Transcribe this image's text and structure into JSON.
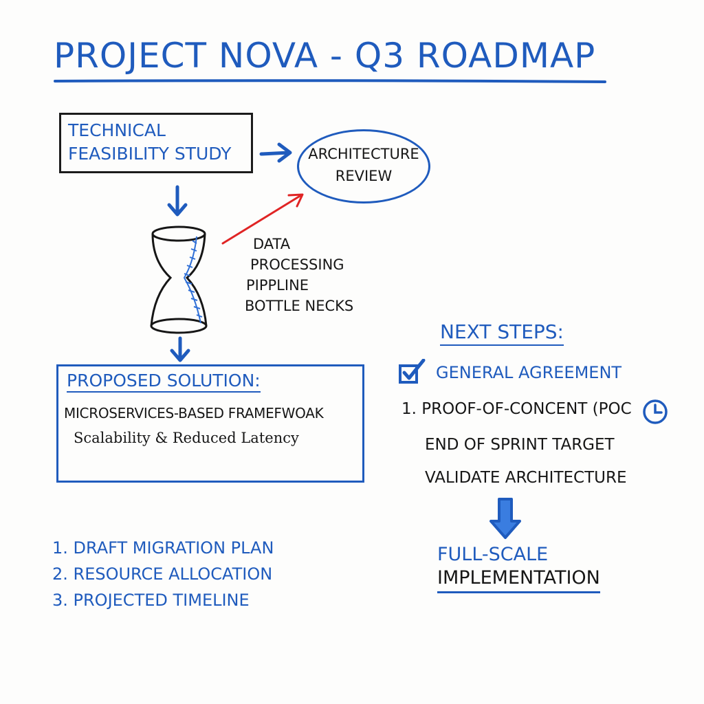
{
  "title": "PROJECT NOVA - Q3 ROADMAP",
  "colors": {
    "accent": "#1f5bbd",
    "ink": "#161616",
    "highlight_arrow": "#e02424",
    "background": "#fdfdfc"
  },
  "feasibility_box": {
    "line1": "TECHNICAL",
    "line2": "FEASIBILITY STUDY"
  },
  "architecture_review": {
    "line1": "ARCHITECTURE",
    "line2": "REVIEW"
  },
  "bottleneck_icon": "hourglass-icon",
  "bottleneck_note": {
    "line1": "DATA",
    "line2": "PROCESSING",
    "line3": "PIPPLINE",
    "line4": "BOTTLE NECKS"
  },
  "proposed_solution": {
    "heading": "PROPOSED SOLUTION:",
    "framework": "MICROSERVICES-BASED FRAMEFWOAK",
    "benefit": "Scalability & Reduced Latency"
  },
  "action_items": [
    "1. DRAFT MIGRATION PLAN",
    "2. RESOURCE ALLOCATION",
    "3. PROJECTED TIMELINE"
  ],
  "next_steps": {
    "heading": "NEXT STEPS:",
    "agreement_icon": "checkbox-checked-icon",
    "agreement": "GENERAL AGREEMENT",
    "poc": "1. PROOF-OF-CONCENT (POC",
    "poc_icon": "clock-icon",
    "sprint": "END OF SPRINT TARGET",
    "validate": "VALIDATE ARCHITECTURE",
    "final_line1": "FULL-SCALE",
    "final_line2": "IMPLEMENTATION"
  }
}
